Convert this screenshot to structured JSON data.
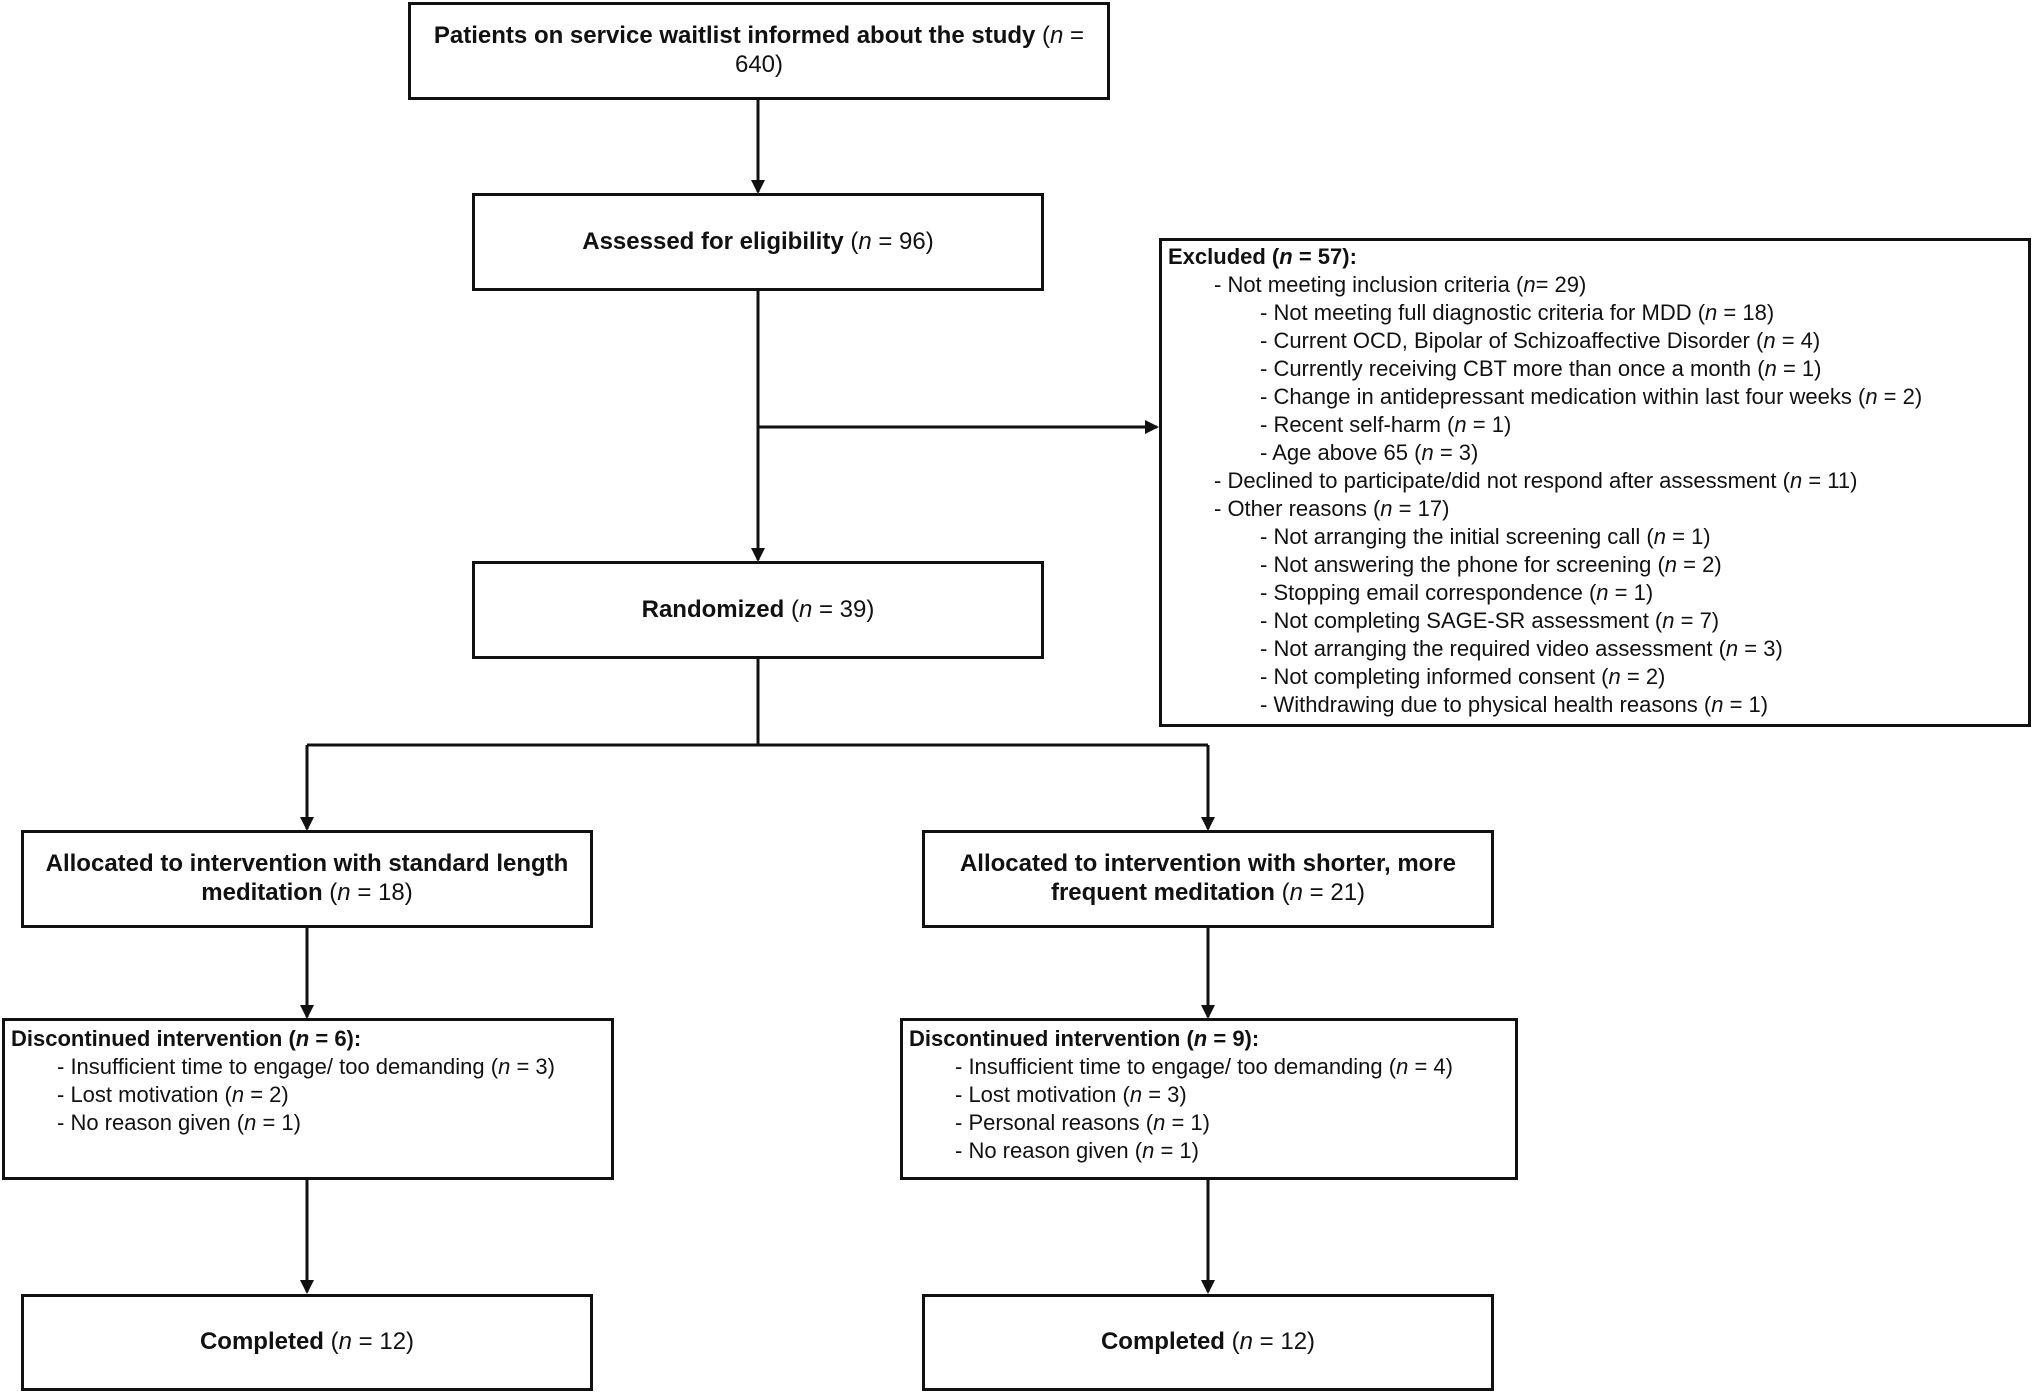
{
  "boxes": {
    "waitlist": {
      "label": "Patients on service waitlist informed about the study",
      "n": "n",
      "count": " = 640)"
    },
    "assessed": {
      "label": "Assessed for eligibility",
      "n": "n",
      "count": " = 96)"
    },
    "randomized": {
      "label": "Randomized",
      "n": "n",
      "count": " = 39)"
    },
    "alloc_left": {
      "label": "Allocated to intervention with standard length meditation",
      "n": "n",
      "count": " = 18)"
    },
    "alloc_right": {
      "label": "Allocated to intervention with shorter, more frequent meditation",
      "n": "n",
      "count": " = 21)"
    },
    "completed_left": {
      "label": "Completed",
      "n": "n",
      "count": " = 12)"
    },
    "completed_right": {
      "label": "Completed",
      "n": "n",
      "count": " = 12)"
    }
  },
  "excluded": {
    "header": "Excluded (",
    "header_n": "n",
    "header_count": " = 57):",
    "inclusion": {
      "text": "- Not meeting inclusion criteria (",
      "n": "n",
      "count": "= 29)"
    },
    "inclusion_items": [
      {
        "text": "- Not meeting full diagnostic criteria for MDD (",
        "n": "n",
        "count": " = 18)"
      },
      {
        "text": "-  Current OCD, Bipolar of Schizoaffective Disorder (",
        "n": "n",
        "count": " = 4)"
      },
      {
        "text": "-  Currently receiving CBT more than once a month (",
        "n": "n",
        "count": " = 1)"
      },
      {
        "text": "- Change in antidepressant medication within last four weeks (",
        "n": "n",
        "count": " = 2)"
      },
      {
        "text": "- Recent self-harm (",
        "n": "n",
        "count": " = 1)"
      },
      {
        "text": "- Age above 65 (",
        "n": "n",
        "count": " = 3)"
      }
    ],
    "declined": {
      "text": "- Declined to participate/did not respond after assessment (",
      "n": "n",
      "count": " = 11)"
    },
    "other": {
      "text": "- Other reasons (",
      "n": "n",
      "count": " = 17)"
    },
    "other_items": [
      {
        "text": "- Not arranging the initial screening call (",
        "n": "n",
        "count": " = 1)"
      },
      {
        "text": "- Not answering the phone for screening (",
        "n": "n",
        "count": " = 2)"
      },
      {
        "text": "- Stopping email correspondence (",
        "n": "n",
        "count": " = 1)"
      },
      {
        "text": "- Not completing SAGE-SR assessment (",
        "n": "n",
        "count": " = 7)"
      },
      {
        "text": "- Not arranging the required video assessment (",
        "n": "n",
        "count": " = 3)"
      },
      {
        "text": "- Not completing informed consent (",
        "n": "n",
        "count": " = 2)"
      },
      {
        "text": "- Withdrawing due to physical health reasons (",
        "n": "n",
        "count": " = 1)"
      }
    ]
  },
  "discontinued_left": {
    "header": "Discontinued intervention (",
    "header_n": "n",
    "header_count": " = 6):",
    "items": [
      {
        "text": "- Insufficient time to engage/ too demanding  (",
        "n": "n",
        "count": " = 3)"
      },
      {
        "text": "- Lost motivation (",
        "n": "n",
        "count": " = 2)"
      },
      {
        "text": "- No reason given (",
        "n": "n",
        "count": " = 1)"
      }
    ]
  },
  "discontinued_right": {
    "header": "Discontinued intervention (",
    "header_n": "n",
    "header_count": " = 9):",
    "items": [
      {
        "text": "- Insufficient time to engage/ too demanding (",
        "n": "n",
        "count": " = 4)"
      },
      {
        "text": "- Lost motivation (",
        "n": "n",
        "count": " = 3)"
      },
      {
        "text": "- Personal reasons (",
        "n": "n",
        "count": " = 1)"
      },
      {
        "text": "- No reason given (",
        "n": "n",
        "count": " = 1)"
      }
    ]
  },
  "colors": {
    "line": "#111111",
    "background": "#ffffff"
  }
}
